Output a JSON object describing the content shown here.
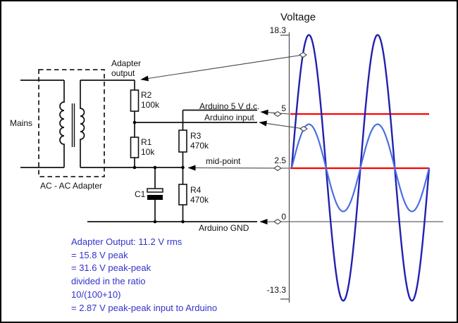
{
  "circuit": {
    "mains_label": "Mains",
    "adapter_box_label": "AC - AC Adapter",
    "adapter_output_label_line1": "Adapter",
    "adapter_output_label_line2": "output",
    "components": {
      "r2": {
        "ref": "R2",
        "value": "100k"
      },
      "r1": {
        "ref": "R1",
        "value": "10k"
      },
      "r3": {
        "ref": "R3",
        "value": "470k"
      },
      "r4": {
        "ref": "R4",
        "value": "470k"
      },
      "c1": {
        "ref": "C1"
      }
    },
    "net_labels": {
      "arduino_5v": "Arduino 5 V d.c.",
      "arduino_input": "Arduino input",
      "midpoint": "mid-point",
      "arduino_gnd": "Arduino GND"
    }
  },
  "notes": {
    "color": "#3333cc",
    "lines": [
      "Adapter Output: 11.2 V rms",
      "= 15.8 V peak",
      "= 31.6 V peak-peak",
      "divided in the ratio",
      "10/(100+10)",
      "= 2.87 V peak-peak input to Arduino"
    ]
  },
  "chart_data": {
    "type": "line",
    "title": "Voltage",
    "ylabel": "Voltage",
    "grid": false,
    "legend": "none",
    "yticks": [
      {
        "label": "18.3",
        "value": 18.3
      },
      {
        "label": "5",
        "value": 5
      },
      {
        "label": "2.5",
        "value": 2.5
      },
      {
        "label": "0",
        "value": 0
      },
      {
        "label": "-13.3",
        "value": -13.3
      }
    ],
    "series": [
      {
        "name": "adapter-output",
        "color": "#2121b0",
        "center_v": 2.5,
        "amplitude_v": 15.8,
        "peak_v": 18.3,
        "trough_v": -13.3,
        "cycles": 2
      },
      {
        "name": "arduino-input",
        "color": "#4a6fe3",
        "center_v": 2.5,
        "amplitude_v": 1.435,
        "peak_to_peak_v": 2.87,
        "cycles": 2
      }
    ],
    "reference_lines": [
      {
        "value": 5,
        "color": "#ff0000"
      },
      {
        "value": 2.5,
        "color": "#ff0000"
      },
      {
        "value": 0,
        "color": "#666666"
      }
    ]
  }
}
